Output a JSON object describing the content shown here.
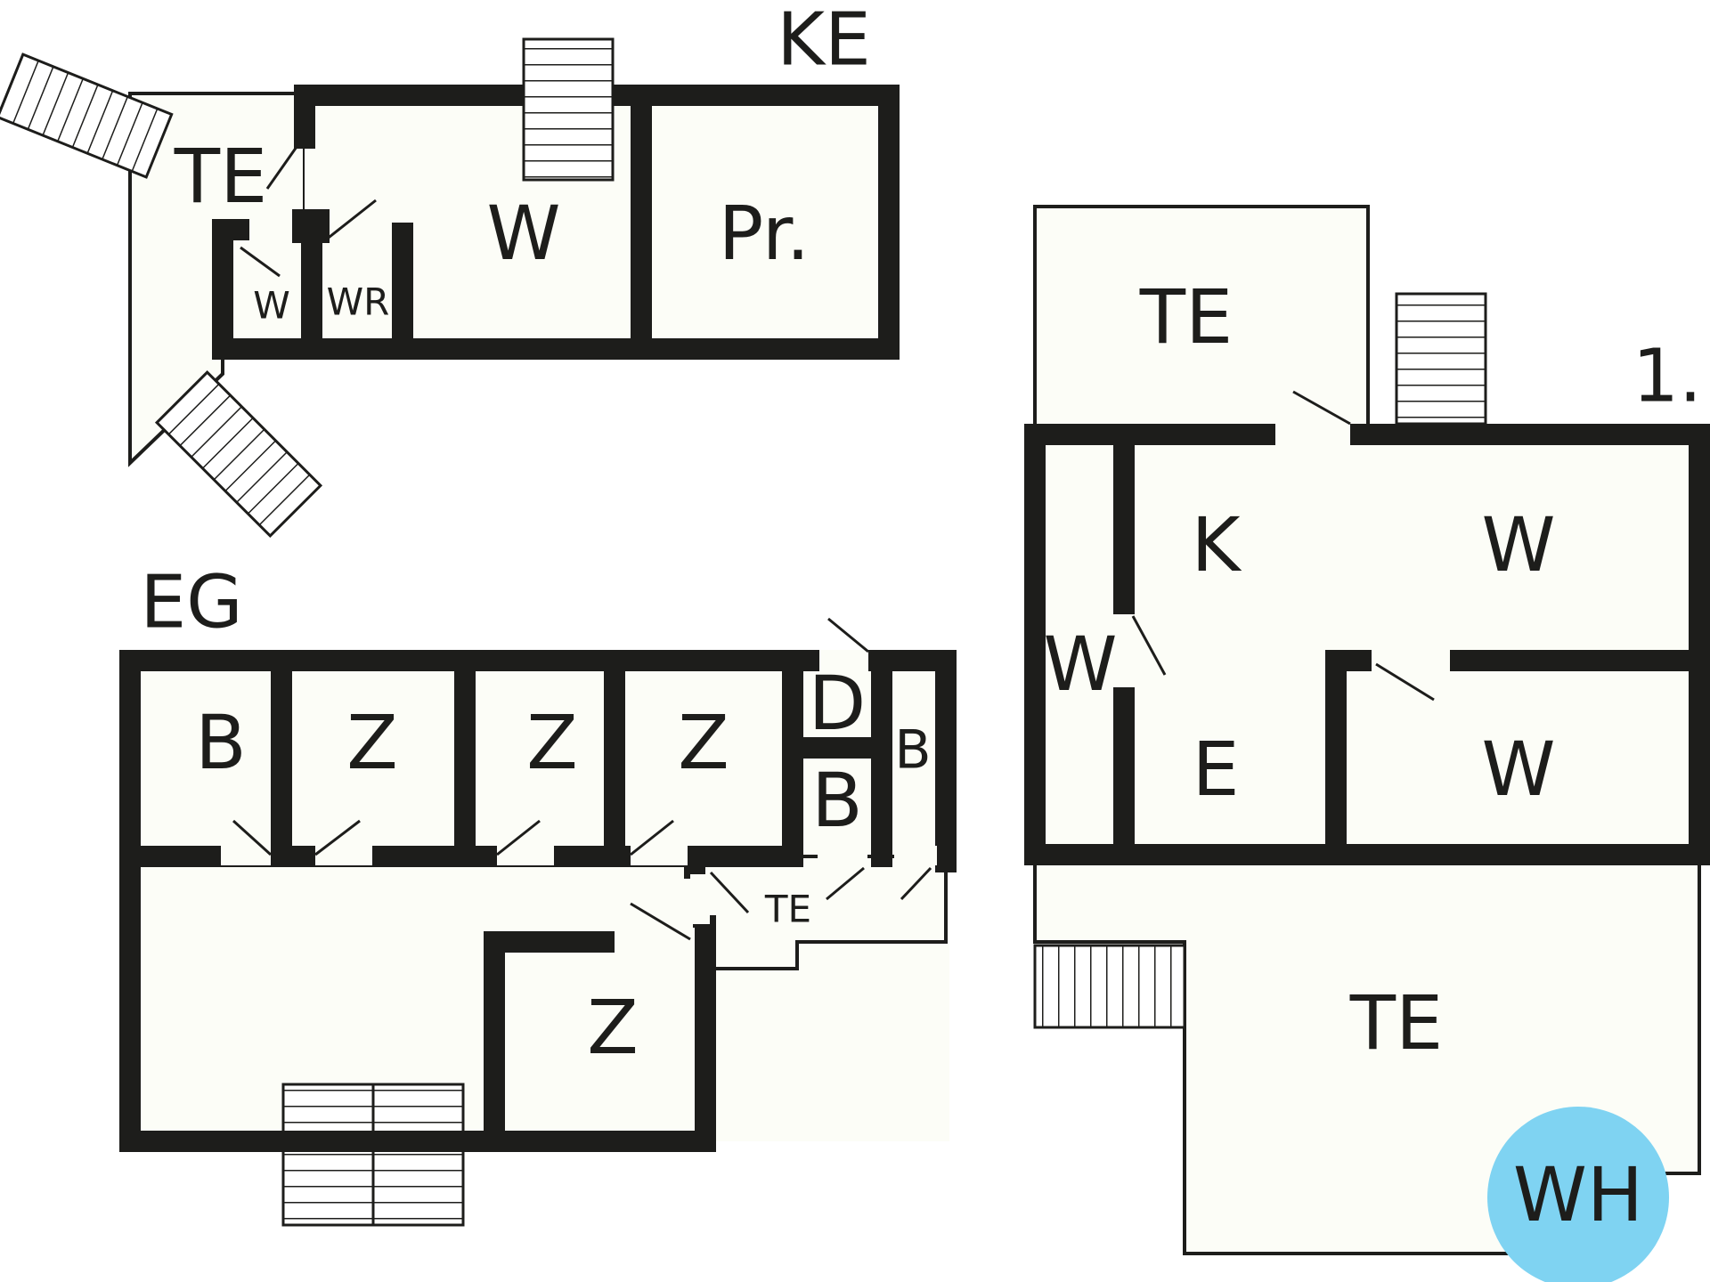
{
  "floors": [
    {
      "id": "ke",
      "label": "KE"
    },
    {
      "id": "eg",
      "label": "EG"
    },
    {
      "id": "og",
      "label": "1."
    }
  ],
  "rooms": {
    "ke": [
      {
        "id": "te",
        "label": "TE"
      },
      {
        "id": "w_small",
        "label": "W"
      },
      {
        "id": "wr",
        "label": "WR"
      },
      {
        "id": "w",
        "label": "W"
      },
      {
        "id": "pr",
        "label": "Pr."
      }
    ],
    "eg": [
      {
        "id": "b1",
        "label": "B"
      },
      {
        "id": "z1",
        "label": "Z"
      },
      {
        "id": "z2",
        "label": "Z"
      },
      {
        "id": "z3",
        "label": "Z"
      },
      {
        "id": "d",
        "label": "D"
      },
      {
        "id": "b2",
        "label": "B"
      },
      {
        "id": "b3",
        "label": "B"
      },
      {
        "id": "te",
        "label": "TE"
      },
      {
        "id": "z4",
        "label": "Z"
      }
    ],
    "og": [
      {
        "id": "te_top",
        "label": "TE"
      },
      {
        "id": "k",
        "label": "K"
      },
      {
        "id": "w1",
        "label": "W"
      },
      {
        "id": "w_side",
        "label": "W"
      },
      {
        "id": "e",
        "label": "E"
      },
      {
        "id": "w2",
        "label": "W"
      },
      {
        "id": "te_bottom",
        "label": "TE"
      }
    ]
  },
  "badge": {
    "label": "WH",
    "color": "#7fd3f2"
  },
  "colors": {
    "room_fill": "#fcfdf7",
    "wall": "#1d1d1b"
  }
}
